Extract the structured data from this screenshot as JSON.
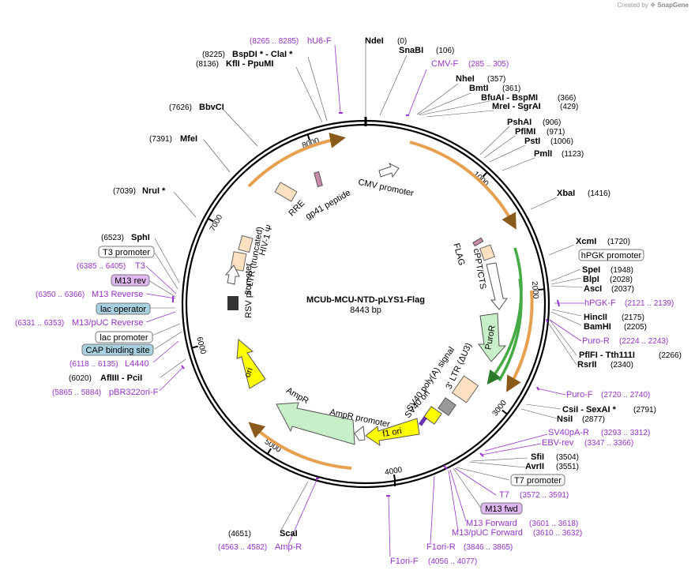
{
  "credit": {
    "prefix": "Created by",
    "brand": "SnapGene"
  },
  "plasmid": {
    "name": "MCUb-MCU-NTD-pLYS1-Flag",
    "size_label": "8443 bp",
    "total_bp": 8443
  },
  "colors": {
    "primer": "#9933cc",
    "backbone": "#000000",
    "orf_fill": "#c8f0c8",
    "ori_fill": "#ffff00",
    "ltr_fill": "#ffe0c0",
    "mcs_arc": "#e6a050",
    "green_arc": "#44aa44"
  },
  "ticks": [
    {
      "bp": 1000,
      "label": "1000"
    },
    {
      "bp": 2000,
      "label": "2000"
    },
    {
      "bp": 3000,
      "label": "3000"
    },
    {
      "bp": 4000,
      "label": "4000"
    },
    {
      "bp": 5000,
      "label": "5000"
    },
    {
      "bp": 6000,
      "label": "6000"
    },
    {
      "bp": 7000,
      "label": "7000"
    },
    {
      "bp": 8000,
      "label": "8000"
    }
  ],
  "sites": [
    {
      "name": "NdeI",
      "pos": "(0)",
      "bp": 0
    },
    {
      "name": "SnaBI",
      "pos": "(106)",
      "bp": 106
    },
    {
      "name": "NheI",
      "pos": "(357)",
      "bp": 357
    },
    {
      "name": "BmtI",
      "pos": "(361)",
      "bp": 361
    },
    {
      "name": "BfuAI  - BspMI",
      "pos": "(366)",
      "bp": 366
    },
    {
      "name": "MreI  - SgrAI",
      "pos": "(429)",
      "bp": 429
    },
    {
      "name": "PshAI",
      "pos": "(906)",
      "bp": 906
    },
    {
      "name": "PflMI",
      "pos": "(971)",
      "bp": 971
    },
    {
      "name": "PstI",
      "pos": "(1006)",
      "bp": 1006
    },
    {
      "name": "PmlI",
      "pos": "(1123)",
      "bp": 1123
    },
    {
      "name": "XbaI",
      "pos": "(1416)",
      "bp": 1416
    },
    {
      "name": "XcmI",
      "pos": "(1720)",
      "bp": 1720
    },
    {
      "name": "SpeI",
      "pos": "(1948)",
      "bp": 1948
    },
    {
      "name": "BlpI",
      "pos": "(2028)",
      "bp": 2028
    },
    {
      "name": "AscI",
      "pos": "(2037)",
      "bp": 2037
    },
    {
      "name": "HincII",
      "pos": "(2175)",
      "bp": 2175
    },
    {
      "name": "BamHI",
      "pos": "(2205)",
      "bp": 2205
    },
    {
      "name": "PflFI  - Tth111I",
      "pos": "(2266)",
      "bp": 2266
    },
    {
      "name": "RsrII",
      "pos": "(2340)",
      "bp": 2340
    },
    {
      "name": "CsiI  - SexAI *",
      "pos": "(2791)",
      "bp": 2791
    },
    {
      "name": "NsiI",
      "pos": "(2877)",
      "bp": 2877
    },
    {
      "name": "SfiI",
      "pos": "(3504)",
      "bp": 3504
    },
    {
      "name": "AvrII",
      "pos": "(3551)",
      "bp": 3551
    },
    {
      "name": "ScaI",
      "pos": "(4651)",
      "bp": 4651
    },
    {
      "name": "AflIII  - PciI",
      "pos": "(6020)",
      "bp": 6020
    },
    {
      "name": "SphI",
      "pos": "(6523)",
      "bp": 6523
    },
    {
      "name": "NruI *",
      "pos": "(7039)",
      "bp": 7039
    },
    {
      "name": "MfeI",
      "pos": "(7391)",
      "bp": 7391
    },
    {
      "name": "BbvCI",
      "pos": "(7626)",
      "bp": 7626
    },
    {
      "name": "KflI  - PpuMI",
      "pos": "(8136)",
      "bp": 8136
    },
    {
      "name": "BspDI *  - ClaI *",
      "pos": "(8225)",
      "bp": 8225
    }
  ],
  "primers": [
    {
      "name": "hU6-F",
      "range": "(8265 .. 8285)"
    },
    {
      "name": "CMV-F",
      "range": "(285 .. 305)"
    },
    {
      "name": "hPGK-F",
      "range": "(2121 .. 2139)"
    },
    {
      "name": "Puro-R",
      "range": "(2224 .. 2243)"
    },
    {
      "name": "Puro-F",
      "range": "(2720 .. 2740)"
    },
    {
      "name": "SV40pA-R",
      "range": "(3293 .. 3312)"
    },
    {
      "name": "EBV-rev",
      "range": "(3347 .. 3366)"
    },
    {
      "name": "T7",
      "range": "(3572 .. 3591)"
    },
    {
      "name": "M13 Forward",
      "range": "(3601 .. 3618)"
    },
    {
      "name": "M13/pUC Forward",
      "range": "(3610 .. 3632)"
    },
    {
      "name": "F1ori-R",
      "range": "(3846 .. 3865)"
    },
    {
      "name": "F1ori-F",
      "range": "(4056 .. 4077)"
    },
    {
      "name": "Amp-R",
      "range": "(4563 .. 4582)"
    },
    {
      "name": "pBR322ori-F",
      "range": "(5865 .. 5884)"
    },
    {
      "name": "L4440",
      "range": "(6118 .. 6135)"
    },
    {
      "name": "M13/pUC Reverse",
      "range": "(6331 .. 6353)"
    },
    {
      "name": "M13 Reverse",
      "range": "(6350 .. 6366)"
    },
    {
      "name": "T3",
      "range": "(6385 .. 6405)"
    }
  ],
  "boxed_labels": [
    {
      "text": "hPGK promoter",
      "style": "white"
    },
    {
      "text": "T7 promoter",
      "style": "white"
    },
    {
      "text": "M13 fwd",
      "style": "purple"
    },
    {
      "text": "T3 promoter",
      "style": "white"
    },
    {
      "text": "M13 rev",
      "style": "purple"
    },
    {
      "text": "lac operator",
      "style": "blue"
    },
    {
      "text": "lac promoter",
      "style": "white"
    },
    {
      "text": "CAP binding site",
      "style": "blue"
    }
  ],
  "features": [
    {
      "name": "CMV promoter"
    },
    {
      "name": "gp41 peptide"
    },
    {
      "name": "RRE"
    },
    {
      "name": "HIV-1 Ψ"
    },
    {
      "name": "5' LTR (truncated)"
    },
    {
      "name": "RSV promoter"
    },
    {
      "name": "FLAG"
    },
    {
      "name": "cPPT/CTS"
    },
    {
      "name": "PuroR"
    },
    {
      "name": "3' LTR (ΔU3)"
    },
    {
      "name": "SV40 poly(A) signal"
    },
    {
      "name": "SV40 ori"
    },
    {
      "name": "f1 ori"
    },
    {
      "name": "AmpR promoter"
    },
    {
      "name": "AmpR"
    },
    {
      "name": "ori"
    }
  ]
}
